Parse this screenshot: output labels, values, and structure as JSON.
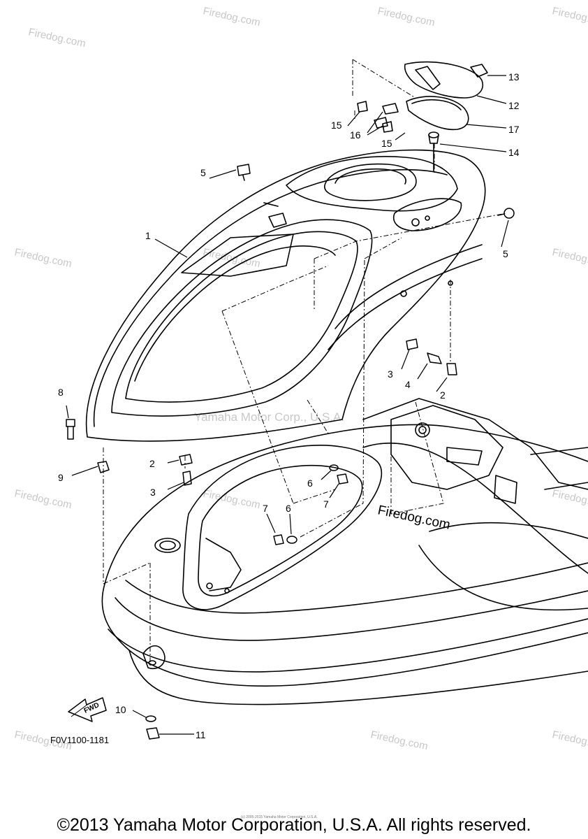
{
  "watermark": {
    "site": "Firedog.com",
    "logo_text": "Firedog.com",
    "center_text": "Yamaha Motor Corp., U.S.A."
  },
  "callouts": {
    "c1": "1",
    "c2a": "2",
    "c2b": "2",
    "c3a": "3",
    "c3b": "3",
    "c4": "4",
    "c5a": "5",
    "c5b": "5",
    "c6a": "6",
    "c6b": "6",
    "c7a": "7",
    "c7b": "7",
    "c8": "8",
    "c9": "9",
    "c10": "10",
    "c11": "11",
    "c12": "12",
    "c13": "13",
    "c14": "14",
    "c15a": "15",
    "c15b": "15",
    "c16": "16",
    "c17": "17"
  },
  "fwd_label": "FWD",
  "figure_code": "F0V1100-1181",
  "copyright": "©2013 Yamaha Motor Corporation, U.S.A. All rights reserved.",
  "small_print": "(c) 2005-2015 Yamaha Motor Corporation, U.S.A."
}
